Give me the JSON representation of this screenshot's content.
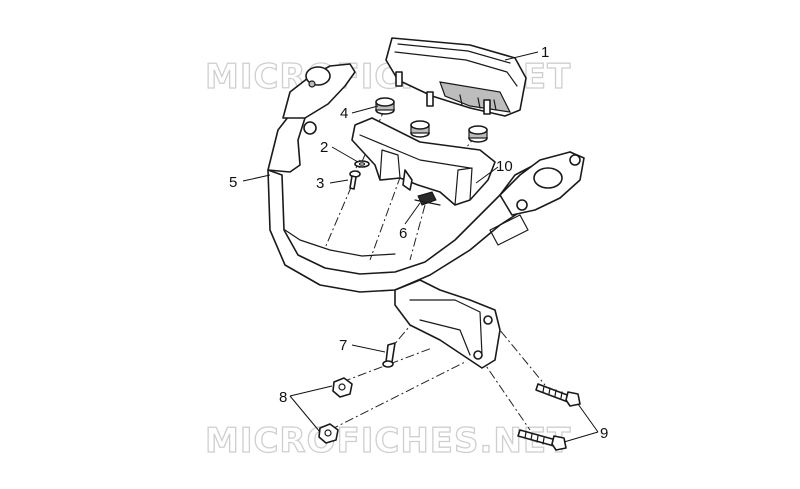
{
  "watermarks": [
    {
      "text": "MICROFICHES.NET"
    },
    {
      "text": "MICROFICHES.NET"
    }
  ],
  "callouts": [
    {
      "label": "1"
    },
    {
      "label": "2"
    },
    {
      "label": "3"
    },
    {
      "label": "4"
    },
    {
      "label": "5"
    },
    {
      "label": "6"
    },
    {
      "label": "7"
    },
    {
      "label": "8"
    },
    {
      "label": "9"
    },
    {
      "label": "10"
    }
  ],
  "colors": {
    "line": "#1a1a1a",
    "watermark": "#cfcfcf",
    "background": "#ffffff"
  }
}
